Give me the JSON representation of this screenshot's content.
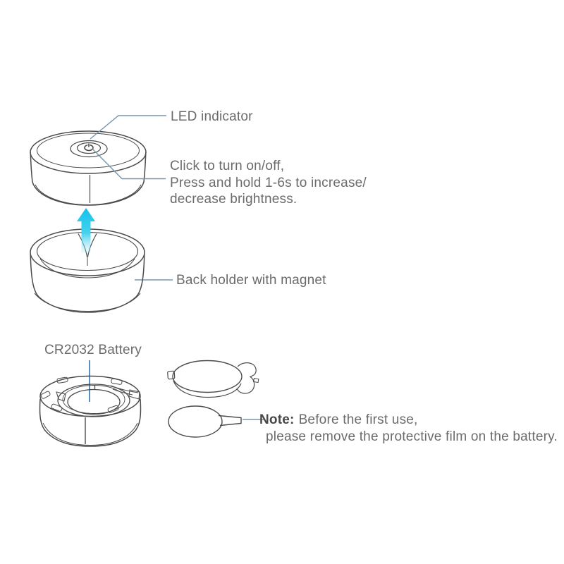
{
  "page": {
    "background": "#ffffff"
  },
  "colors": {
    "outline": "#4a4a4a",
    "text": "#6b6b6b",
    "note_text": "#474747",
    "leader_line": "#7796ab",
    "battery_pointer_line": "#3f7ab8",
    "arrow_top": "#12c2e9",
    "arrow_bottom": "#aeeaf7"
  },
  "labels": {
    "led_indicator": "LED indicator",
    "click_line1": "Click to turn on/off,",
    "click_line2": "Press and hold 1-6s to increase/",
    "click_line3": "decrease brightness.",
    "back_holder": "Back holder with magnet",
    "battery": "CR2032 Battery",
    "note_title": "Note:",
    "note_line1": "Before the first use,",
    "note_line2": "please remove the protective film on the battery."
  },
  "icons": {
    "power_button": "power-icon",
    "direction_arrow": "up-arrow-icon"
  }
}
